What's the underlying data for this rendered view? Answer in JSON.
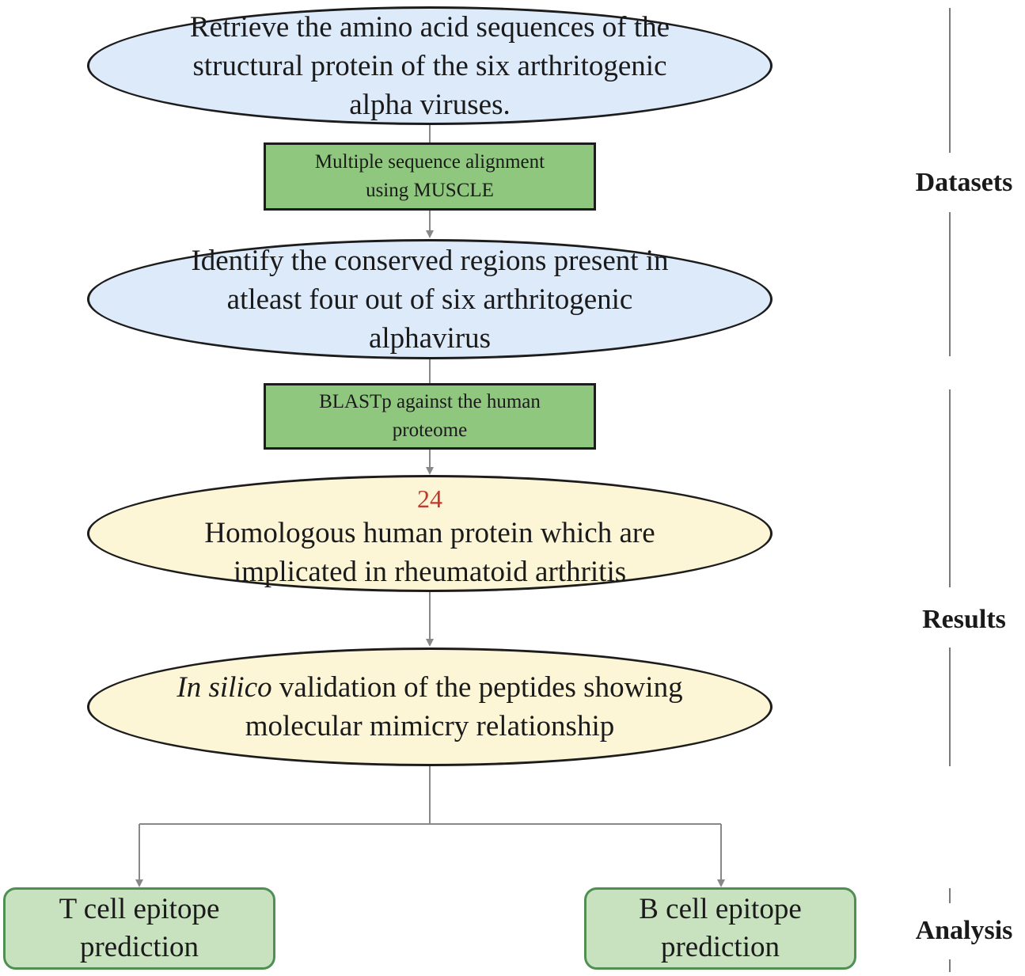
{
  "nodes": {
    "retrieve": {
      "lines": [
        "Retrieve the amino acid sequences of the",
        "structural protein of the six arthritogenic",
        "alpha viruses."
      ]
    },
    "msa": {
      "lines": [
        "Multiple  sequence alignment",
        "using MUSCLE"
      ]
    },
    "conserved": {
      "lines": [
        "Identify  the conserved regions present in",
        "atleast four out of six arthritogenic",
        "alphavirus"
      ]
    },
    "blast": {
      "lines": [
        "BLASTp against the human",
        "proteome"
      ]
    },
    "homologous": {
      "count": "24",
      "lines": [
        "Homologous  human  protein which are",
        "implicated in rheumatoid arthritis"
      ]
    },
    "validation": {
      "italic": "In silico",
      "line1_rest": " validation of the peptides showing",
      "line2": "molecular mimicry relationship"
    },
    "tcell": {
      "lines": [
        "T cell epitope",
        "prediction"
      ]
    },
    "bcell": {
      "lines": [
        "B cell epitope",
        "prediction"
      ]
    }
  },
  "phases": {
    "datasets": "Datasets",
    "results": "Results",
    "analysis": "Analysis"
  },
  "colors": {
    "oval_blue": "#ddeafa",
    "oval_yellow": "#fdf6d6",
    "step_green": "#8fc77e",
    "output_green": "#c8e2c0",
    "count_red": "#c0392b",
    "connector_gray": "#888888"
  }
}
